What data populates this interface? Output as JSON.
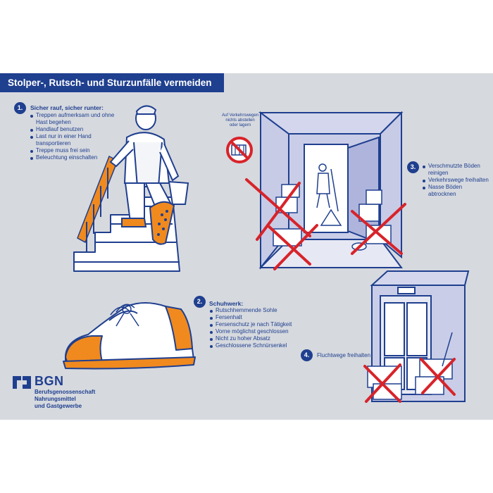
{
  "title": "Stolper-, Rutsch- und Sturzunfälle vermeiden",
  "section1": {
    "number": "1.",
    "heading": "Sicher rauf, sicher runter:",
    "items": [
      "Treppen aufmerksam und ohne Hast begehen",
      "Handlauf benutzen",
      "Last nur in einer Hand transportieren",
      "Treppe muss frei sein",
      "Beleuchtung einschalten"
    ]
  },
  "section2": {
    "number": "2.",
    "heading": "Schuhwerk:",
    "items": [
      "Rutschhemmende Sohle",
      "Fersenhalt",
      "Fersenschutz je nach Tätigkeit",
      "Vorne möglichst geschlossen",
      "Nicht zu hoher Absatz",
      "Geschlossene Schnürsenkel"
    ]
  },
  "section3": {
    "number": "3.",
    "items": [
      "Verschmutzte Böden reinigen",
      "Verkehrswege freihalten",
      "Nasse Böden abtrocknen"
    ]
  },
  "section4": {
    "number": "4.",
    "text": "Fluchtwege freihalten"
  },
  "sign": {
    "lines": [
      "Auf Verkehrswegen",
      "nichts abstellen",
      "oder lagern"
    ]
  },
  "logo": {
    "name": "BGN",
    "lines": [
      "Berufsgenossenschaft",
      "Nahrungsmittel",
      "und Gastgewerbe"
    ]
  },
  "colors": {
    "brand_blue": "#1f3f8f",
    "accent_orange": "#f08a1e",
    "cross_red": "#d8232a",
    "background_gray": "#d6d9de"
  }
}
